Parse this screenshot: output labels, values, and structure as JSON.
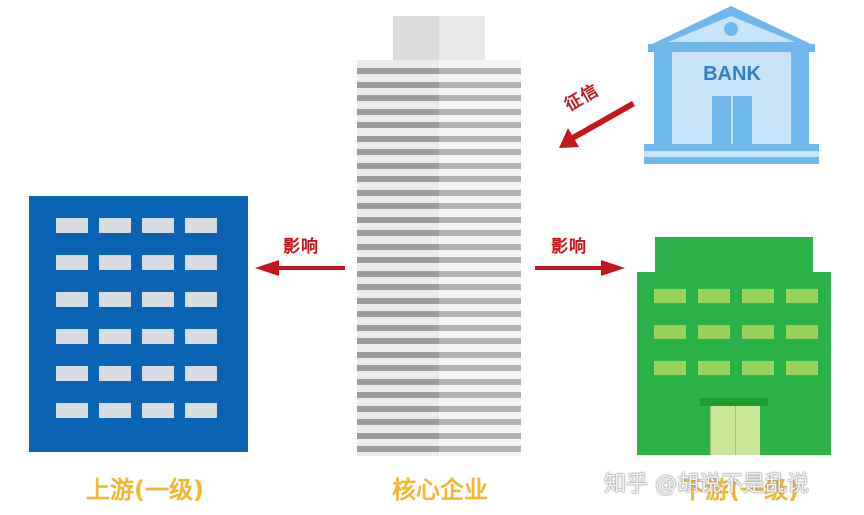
{
  "colors": {
    "blue": "#0a64b3",
    "window_light": "#d7dce3",
    "green": "#2bb24a",
    "green_window": "#9ad15d",
    "arrow_red": "#c4161c",
    "caption_gold": "#f2b632",
    "bank_blue": "#6fb8ee",
    "bank_light": "#c7e4f8"
  },
  "bank": {
    "sign": "BANK"
  },
  "arrows": {
    "left_label": "影响",
    "right_label": "影响",
    "credit_label": "征信"
  },
  "captions": {
    "upstream": "上游(一级)",
    "core": "核心企业",
    "downstream": "下游(一级)"
  },
  "watermark": "知乎 @胡说不是乱说"
}
